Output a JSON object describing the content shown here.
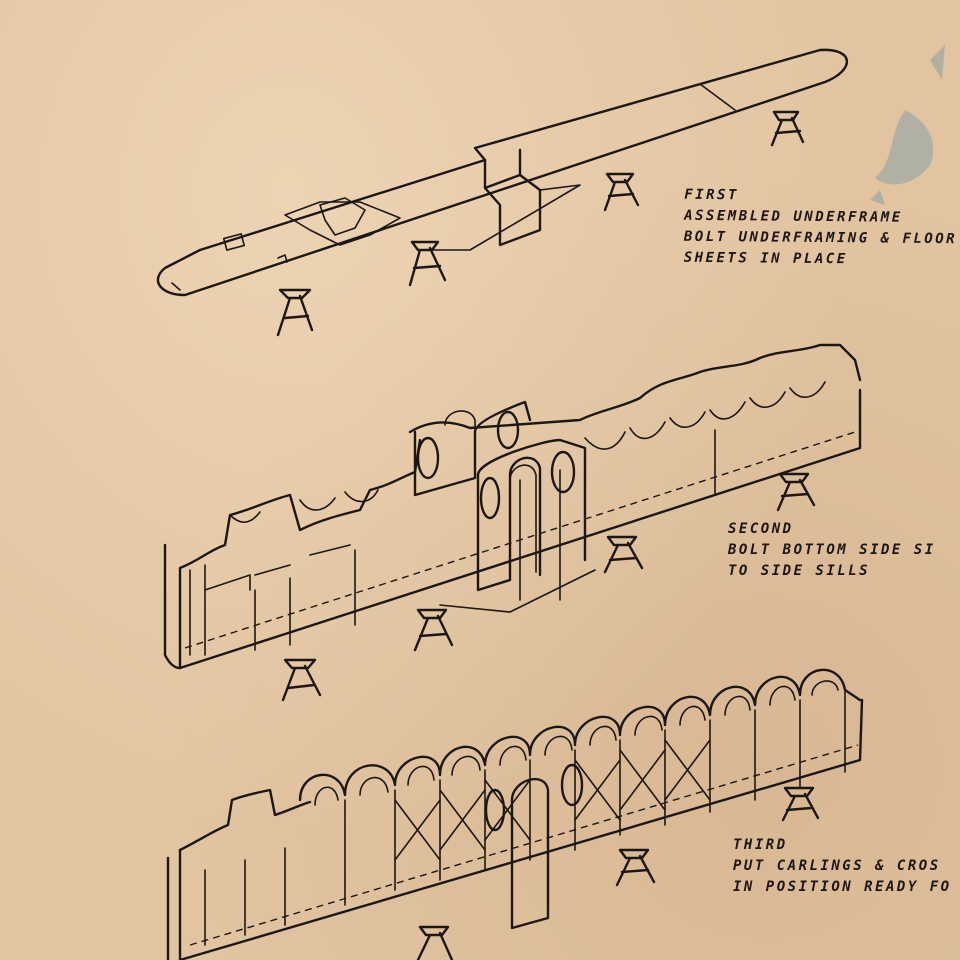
{
  "steps": [
    {
      "heading": "First",
      "lines": [
        "Assembled Underframe",
        "Bolt underframing & Floor",
        "Sheets in place"
      ]
    },
    {
      "heading": "Second",
      "lines": [
        "Bolt bottom side si",
        "to side sills"
      ]
    },
    {
      "heading": "Third",
      "lines": [
        "Put carlings & cros",
        "in position ready fo"
      ]
    }
  ],
  "colors": {
    "paper": "#e2c4a0",
    "ink": "#1d1712",
    "stain": "#8fa4a6"
  }
}
